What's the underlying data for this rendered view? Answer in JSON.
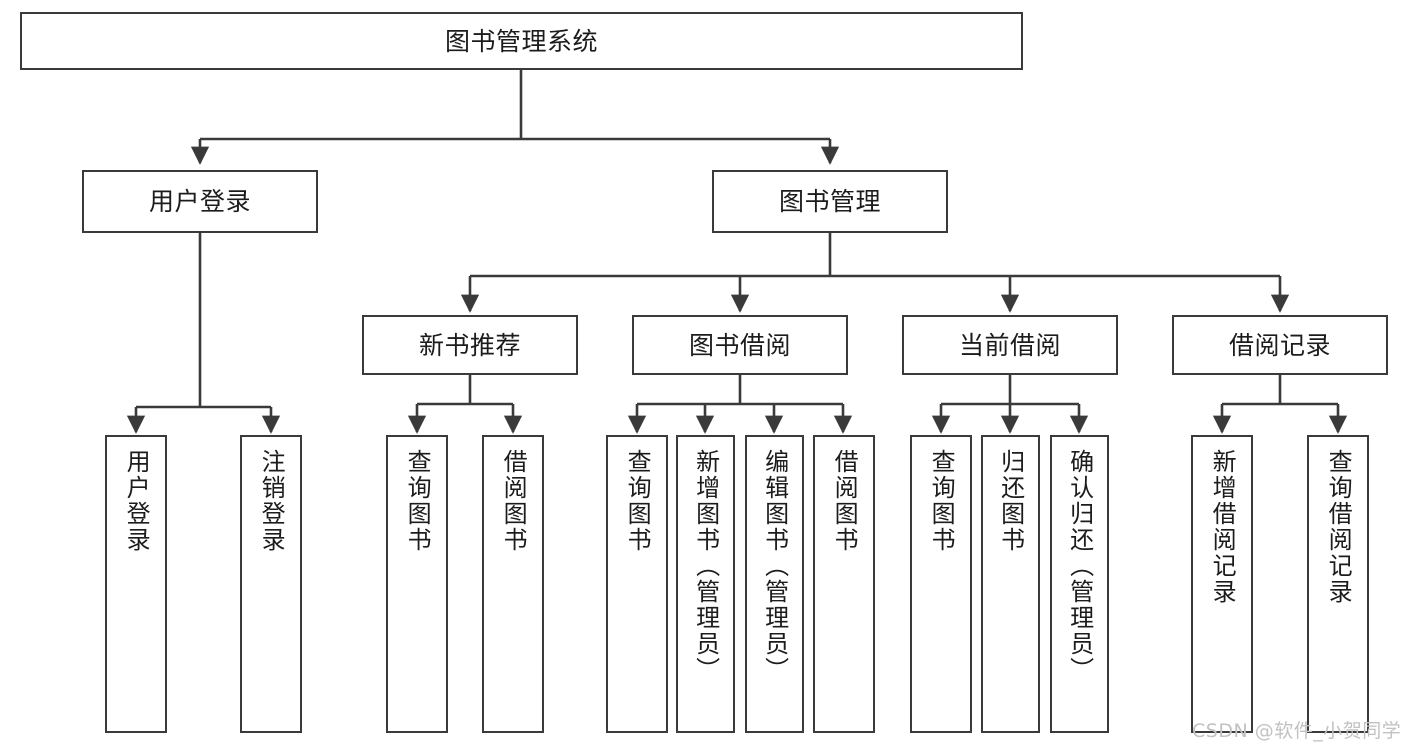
{
  "diagram": {
    "title": "图书管理系统",
    "type": "hierarchy-tree",
    "watermark": "CSDN @软件_小贺同学",
    "colors": {
      "border": "#3a3a3a",
      "background": "#ffffff",
      "text": "#1c1c1c",
      "watermark": "#c2c2c2"
    },
    "levels": {
      "root": {
        "label": "图书管理系统"
      },
      "level2": [
        {
          "label": "用户登录"
        },
        {
          "label": "图书管理"
        }
      ],
      "level3": [
        {
          "label": "新书推荐"
        },
        {
          "label": "图书借阅"
        },
        {
          "label": "当前借阅"
        },
        {
          "label": "借阅记录"
        }
      ],
      "leaves": {
        "user_login": [
          {
            "label": "用户登录"
          },
          {
            "label": "注销登录"
          }
        ],
        "new_book_recommend": [
          {
            "label": "查询图书"
          },
          {
            "label": "借阅图书"
          }
        ],
        "book_borrow": [
          {
            "label": "查询图书"
          },
          {
            "label": "新增图书（管理员）"
          },
          {
            "label": "编辑图书（管理员）"
          },
          {
            "label": "借阅图书"
          }
        ],
        "current_borrow": [
          {
            "label": "查询图书"
          },
          {
            "label": "归还图书"
          },
          {
            "label": "确认归还（管理员）"
          }
        ],
        "borrow_record": [
          {
            "label": "新增借阅记录"
          },
          {
            "label": "查询借阅记录"
          }
        ]
      }
    }
  }
}
